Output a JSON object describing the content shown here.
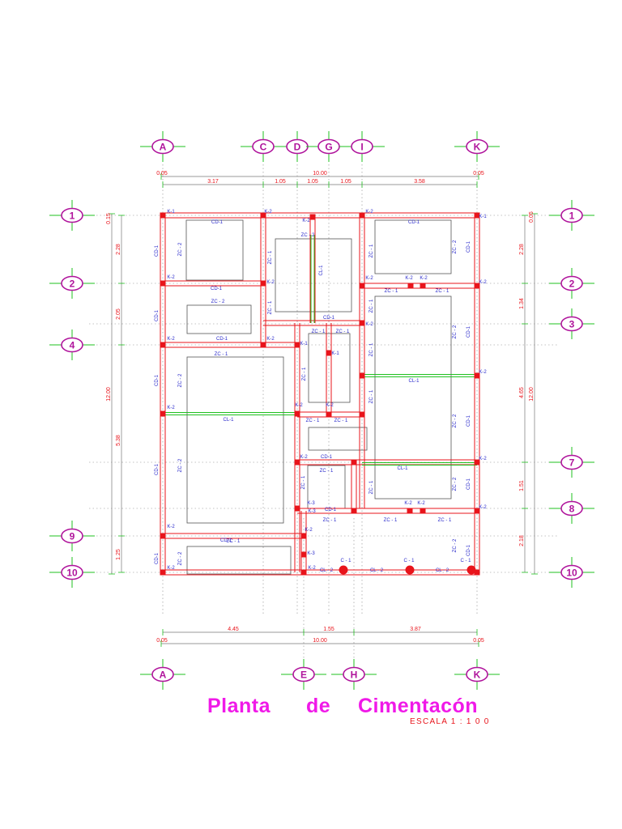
{
  "title": {
    "w1": "Planta",
    "w2": "de",
    "w3": "Cimentacón"
  },
  "scale": "ESCALA  1 : 1 0 0",
  "grid_top": [
    "A",
    "C",
    "D",
    "G",
    "I",
    "K"
  ],
  "grid_bottom": [
    "A",
    "E",
    "H",
    "K"
  ],
  "grid_left": [
    "1",
    "2",
    "4",
    "9",
    "10"
  ],
  "grid_right": [
    "1",
    "2",
    "3",
    "7",
    "8",
    "10"
  ],
  "dims_top": {
    "total": "10.00",
    "edge_left": "0.05",
    "edge_right": "0.05",
    "parts": [
      "3.17",
      "1.05",
      "1.05",
      "1.05",
      "3.58"
    ]
  },
  "dims_bottom": {
    "total": "10.00",
    "edge_left": "0.05",
    "edge_right": "0.05",
    "parts": [
      "4.45",
      "1.55",
      "3.87"
    ]
  },
  "dims_left": {
    "total": "12.00",
    "edge": "0.15",
    "parts": [
      "2.28",
      "2.05",
      "5.38",
      "1.25"
    ]
  },
  "dims_right": {
    "total": "12.00",
    "edge": "0.05",
    "parts": [
      "2.28",
      "1.34",
      "4.65",
      "1.51",
      "2.18"
    ]
  },
  "labels": {
    "k1": "K-1",
    "k2": "K-2",
    "k3": "K-3",
    "cd1": "CD-1",
    "zc1": "ZC - 1",
    "zc2": "ZC - 2",
    "cl1": "CL-1",
    "cl2": "CL - 2",
    "c1": "C - 1"
  },
  "colors": {
    "beam": "#e8141b",
    "grid": "#1fc11f",
    "bubble": "#b0149c",
    "title": "#f019e8",
    "text_blue": "#2a2acb",
    "outline": "#555555"
  }
}
